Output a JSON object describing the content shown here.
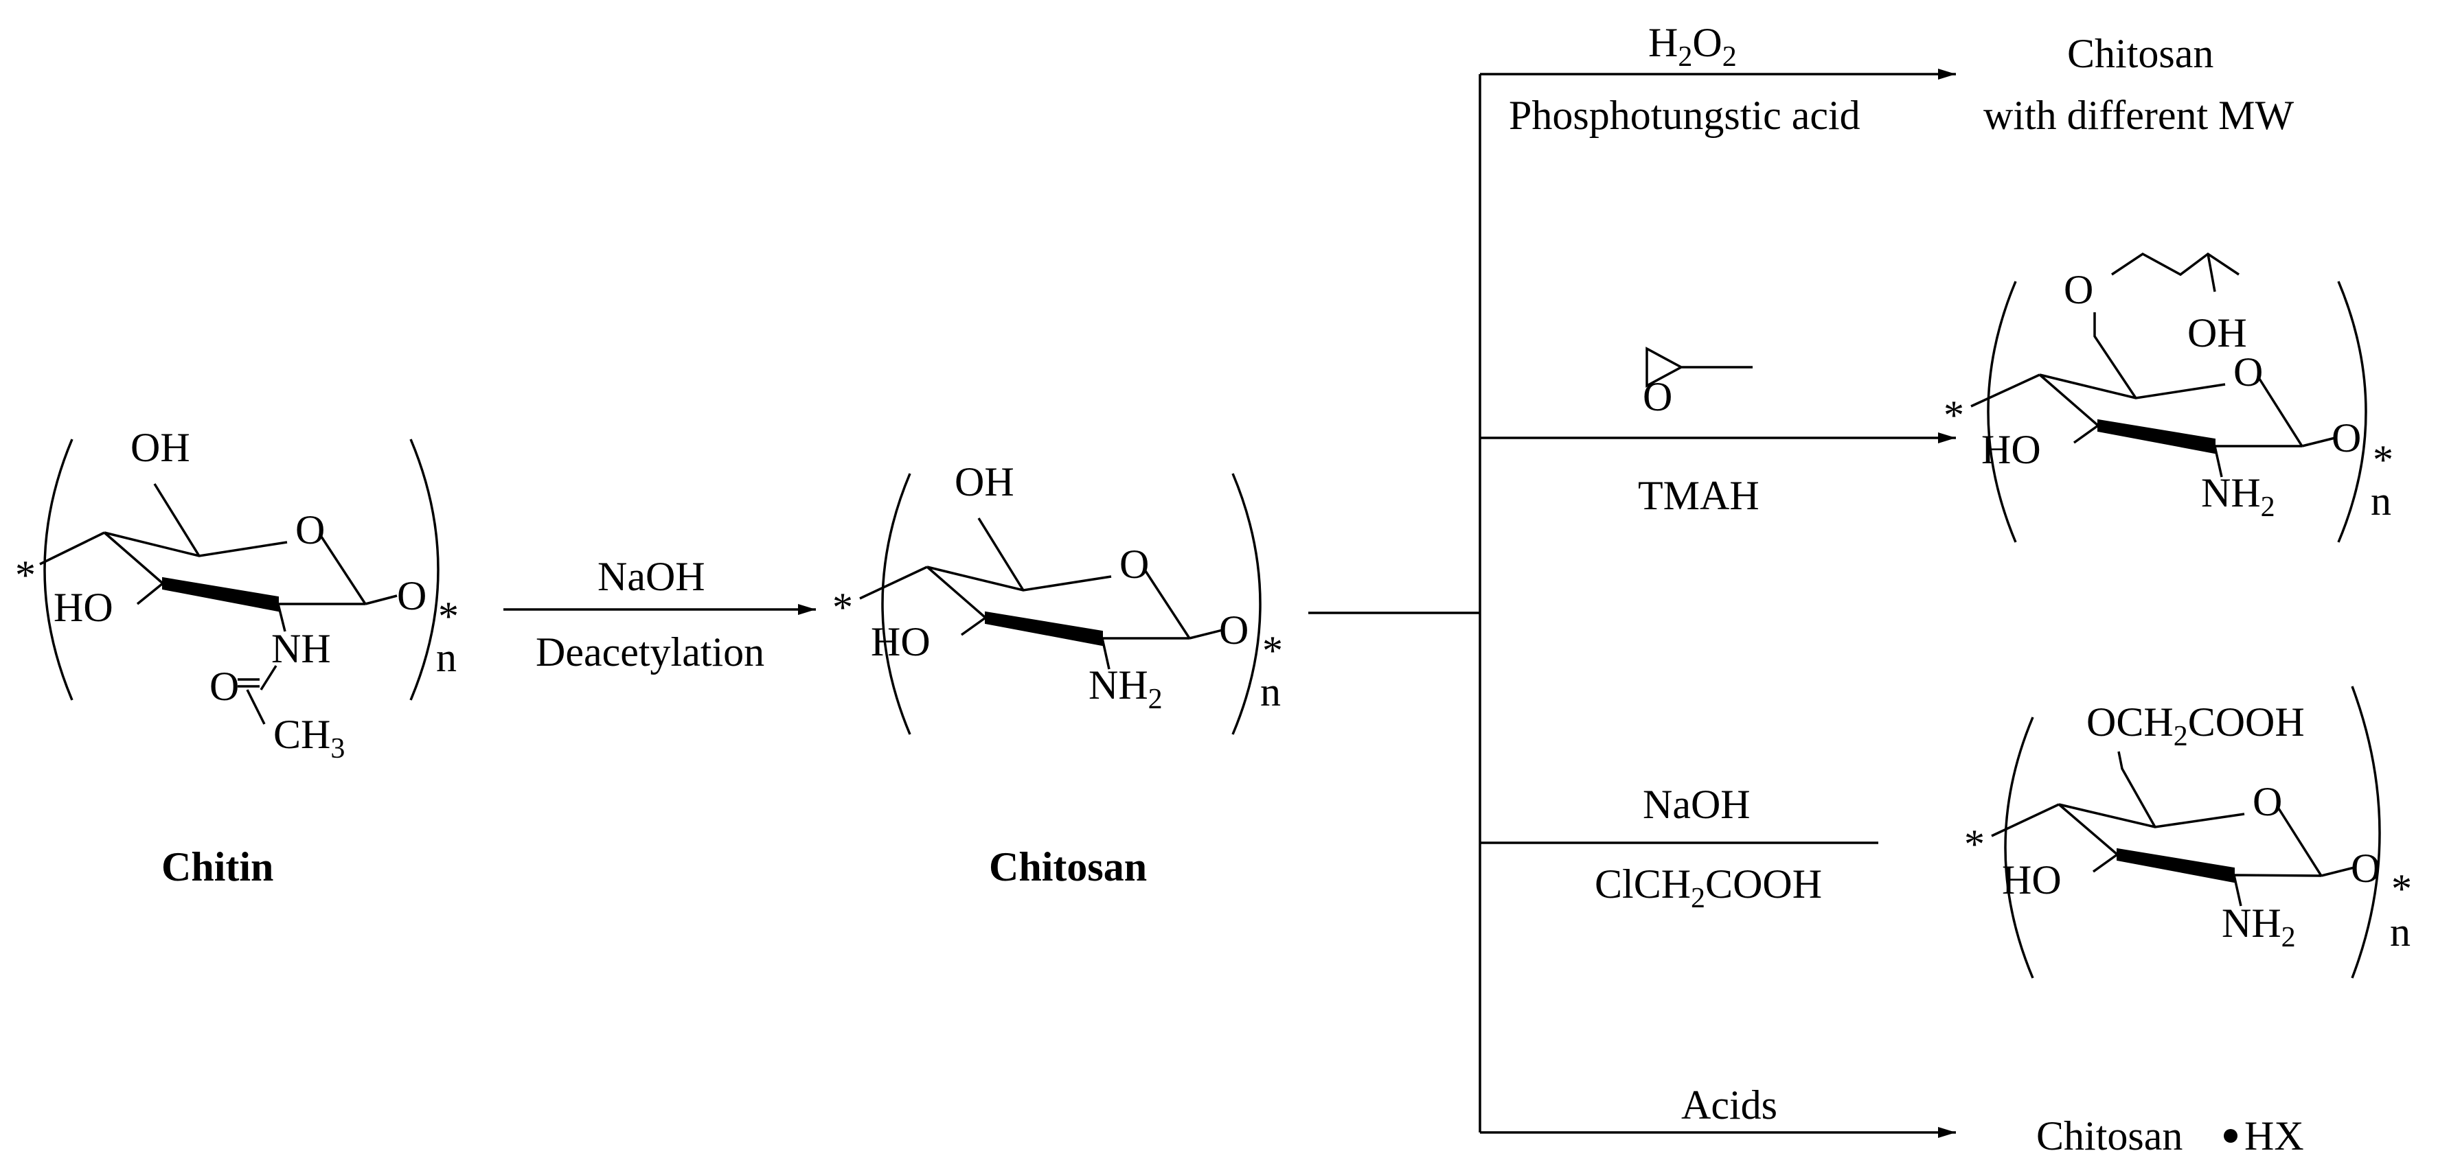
{
  "compounds": {
    "chitin": {
      "name": "Chitin",
      "oh": "OH",
      "ho": "HO",
      "o_ring": "O",
      "o_link": "O",
      "nh": "NH",
      "carbonyl_o": "O",
      "methyl_c": "CH",
      "methyl_sub": "3",
      "star": "*",
      "n": "n"
    },
    "chitosan": {
      "name": "Chitosan",
      "oh": "OH",
      "ho": "HO",
      "o_ring": "O",
      "o_link": "O",
      "nh2": "NH",
      "nh2_sub": "2",
      "star": "*",
      "n": "n"
    },
    "hydroxypropyl": {
      "o_ether": "O",
      "oh_side": "OH",
      "ho": "HO",
      "o_ring": "O",
      "o_link": "O",
      "nh2": "NH",
      "nh2_sub": "2",
      "star": "*",
      "n": "n"
    },
    "carboxymethyl": {
      "sub_a": "OCH",
      "sub_2": "2",
      "sub_b": "COOH",
      "ho": "HO",
      "o_ring": "O",
      "o_link": "O",
      "nh2": "NH",
      "nh2_sub": "2",
      "star": "*",
      "n": "n"
    }
  },
  "reactions": {
    "deacetylation": {
      "top": "NaOH",
      "bottom": "Deacetylation"
    },
    "degradation": {
      "top_h": "H",
      "top_2a": "2",
      "top_o": "O",
      "top_2b": "2",
      "bottom": "Phosphotungstic acid",
      "product_line1": "Chitosan",
      "product_line2": "with different MW"
    },
    "hydroxypropylation": {
      "reagent_o": "O",
      "bottom": "TMAH"
    },
    "carboxymethylation": {
      "top": "NaOH",
      "bottom_a": "ClCH",
      "bottom_2": "2",
      "bottom_b": "COOH"
    },
    "salt": {
      "top": "Acids",
      "product_a": "Chitosan",
      "product_b": "HX"
    }
  }
}
